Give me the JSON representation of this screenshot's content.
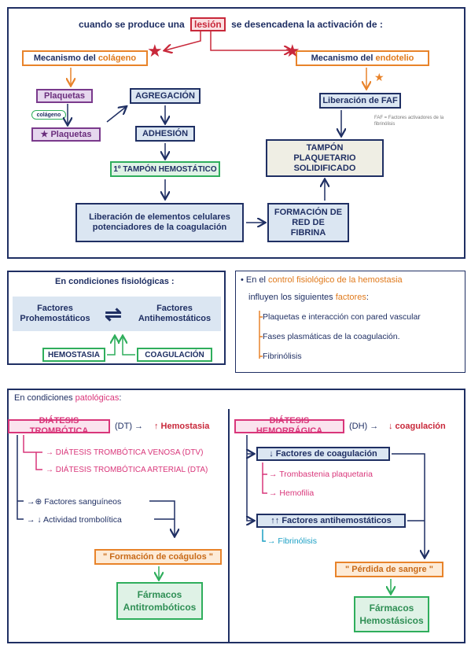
{
  "colors": {
    "navy": "#1f2f63",
    "orange": "#e8832a",
    "purple": "#7a3a8c",
    "lilac": "#e6d7ee",
    "blue_bg": "#dbe6f2",
    "green": "#2fae5c",
    "green_bg": "#dff2e6",
    "red": "#c8283a",
    "pink": "#d9367a",
    "teal": "#1a9fc4",
    "orange_bg": "#fdebd7"
  },
  "top": {
    "title_pre": "cuando se produce una",
    "title_lesion": "lesión",
    "title_post": "se desencadena la activación de :",
    "colageno_prefix": "Mecanismo del",
    "colageno_word": "colágeno",
    "endotelio_prefix": "Mecanismo del",
    "endotelio_word": "endotelio",
    "plaquetas1": "Plaquetas",
    "colageno_tag": "colágeno",
    "plaquetas2": "Plaquetas",
    "agregacion": "AGREGACIÓN",
    "adhesion": "ADHESIÓN",
    "tampon1": "1º TAMPÓN HEMOSTÁTICO",
    "liberacion_elementos": "Liberación de elementos celulares potenciadores de la coagulación",
    "formacion_red": "FORMACIÓN DE RED DE FIBRINA",
    "liberacion_faf": "Liberación de FAF",
    "faf_note": "FAF = Factores activadores de la fibrinólisis",
    "tampon_solid": "TAMPÓN PLAQUETARIO SOLIDIFICADO"
  },
  "middle_left": {
    "heading": "En condiciones fisiológicas :",
    "prohemo": "Factores Prohemostáticos",
    "antihemo": "Factores Antihemostáticos",
    "equilibrium": "⇌",
    "hemostasia": "HEMOSTASIA",
    "coagulacion": "COAGULACIÓN"
  },
  "middle_right": {
    "line1_pre": "• En el",
    "line1_colored": "control fisiológico de la hemostasia",
    "line2_pre": "influyen los siguientes",
    "line2_colored": "factores",
    "line2_post": ":",
    "items": [
      "Plaquetas e interacción con pared vascular",
      "Fases plasmáticas de la coagulación.",
      "Fibrinólisis"
    ]
  },
  "bottom": {
    "heading_pre": "En condiciones",
    "heading_colored": "patológicas",
    "heading_post": ":",
    "left": {
      "title": "DIÁTESIS TROMBÓTICA",
      "symbol": "(DT) →",
      "effect": "↑ Hemostasia",
      "sub1": "→ DIÁTESIS TROMBÓTICA VENOSA (DTV)",
      "sub2": "→ DIÁTESIS TROMBÓTICA ARTERIAL (DTA)",
      "cause1": "→⊕ Factores sanguíneos",
      "cause2": "→ ↓ Actividad trombolítica",
      "result": "\" Formación de coágulos \"",
      "drug": "Fármacos Antitrombóticos"
    },
    "right": {
      "title": "DIÁTESIS HEMORRÁGICA",
      "symbol": "(DH) →",
      "effect": "↓ coagulación",
      "cause1": "↓ Factores de coagulación",
      "sub1": "→ Trombastenia plaquetaria",
      "sub2": "→ Hemofilia",
      "cause2": "↑↑ Factores antihemostáticos",
      "sub3": "→ Fibrinólisis",
      "result": "\" Pérdida de sangre \"",
      "drug": "Fármacos Hemostásicos"
    }
  }
}
